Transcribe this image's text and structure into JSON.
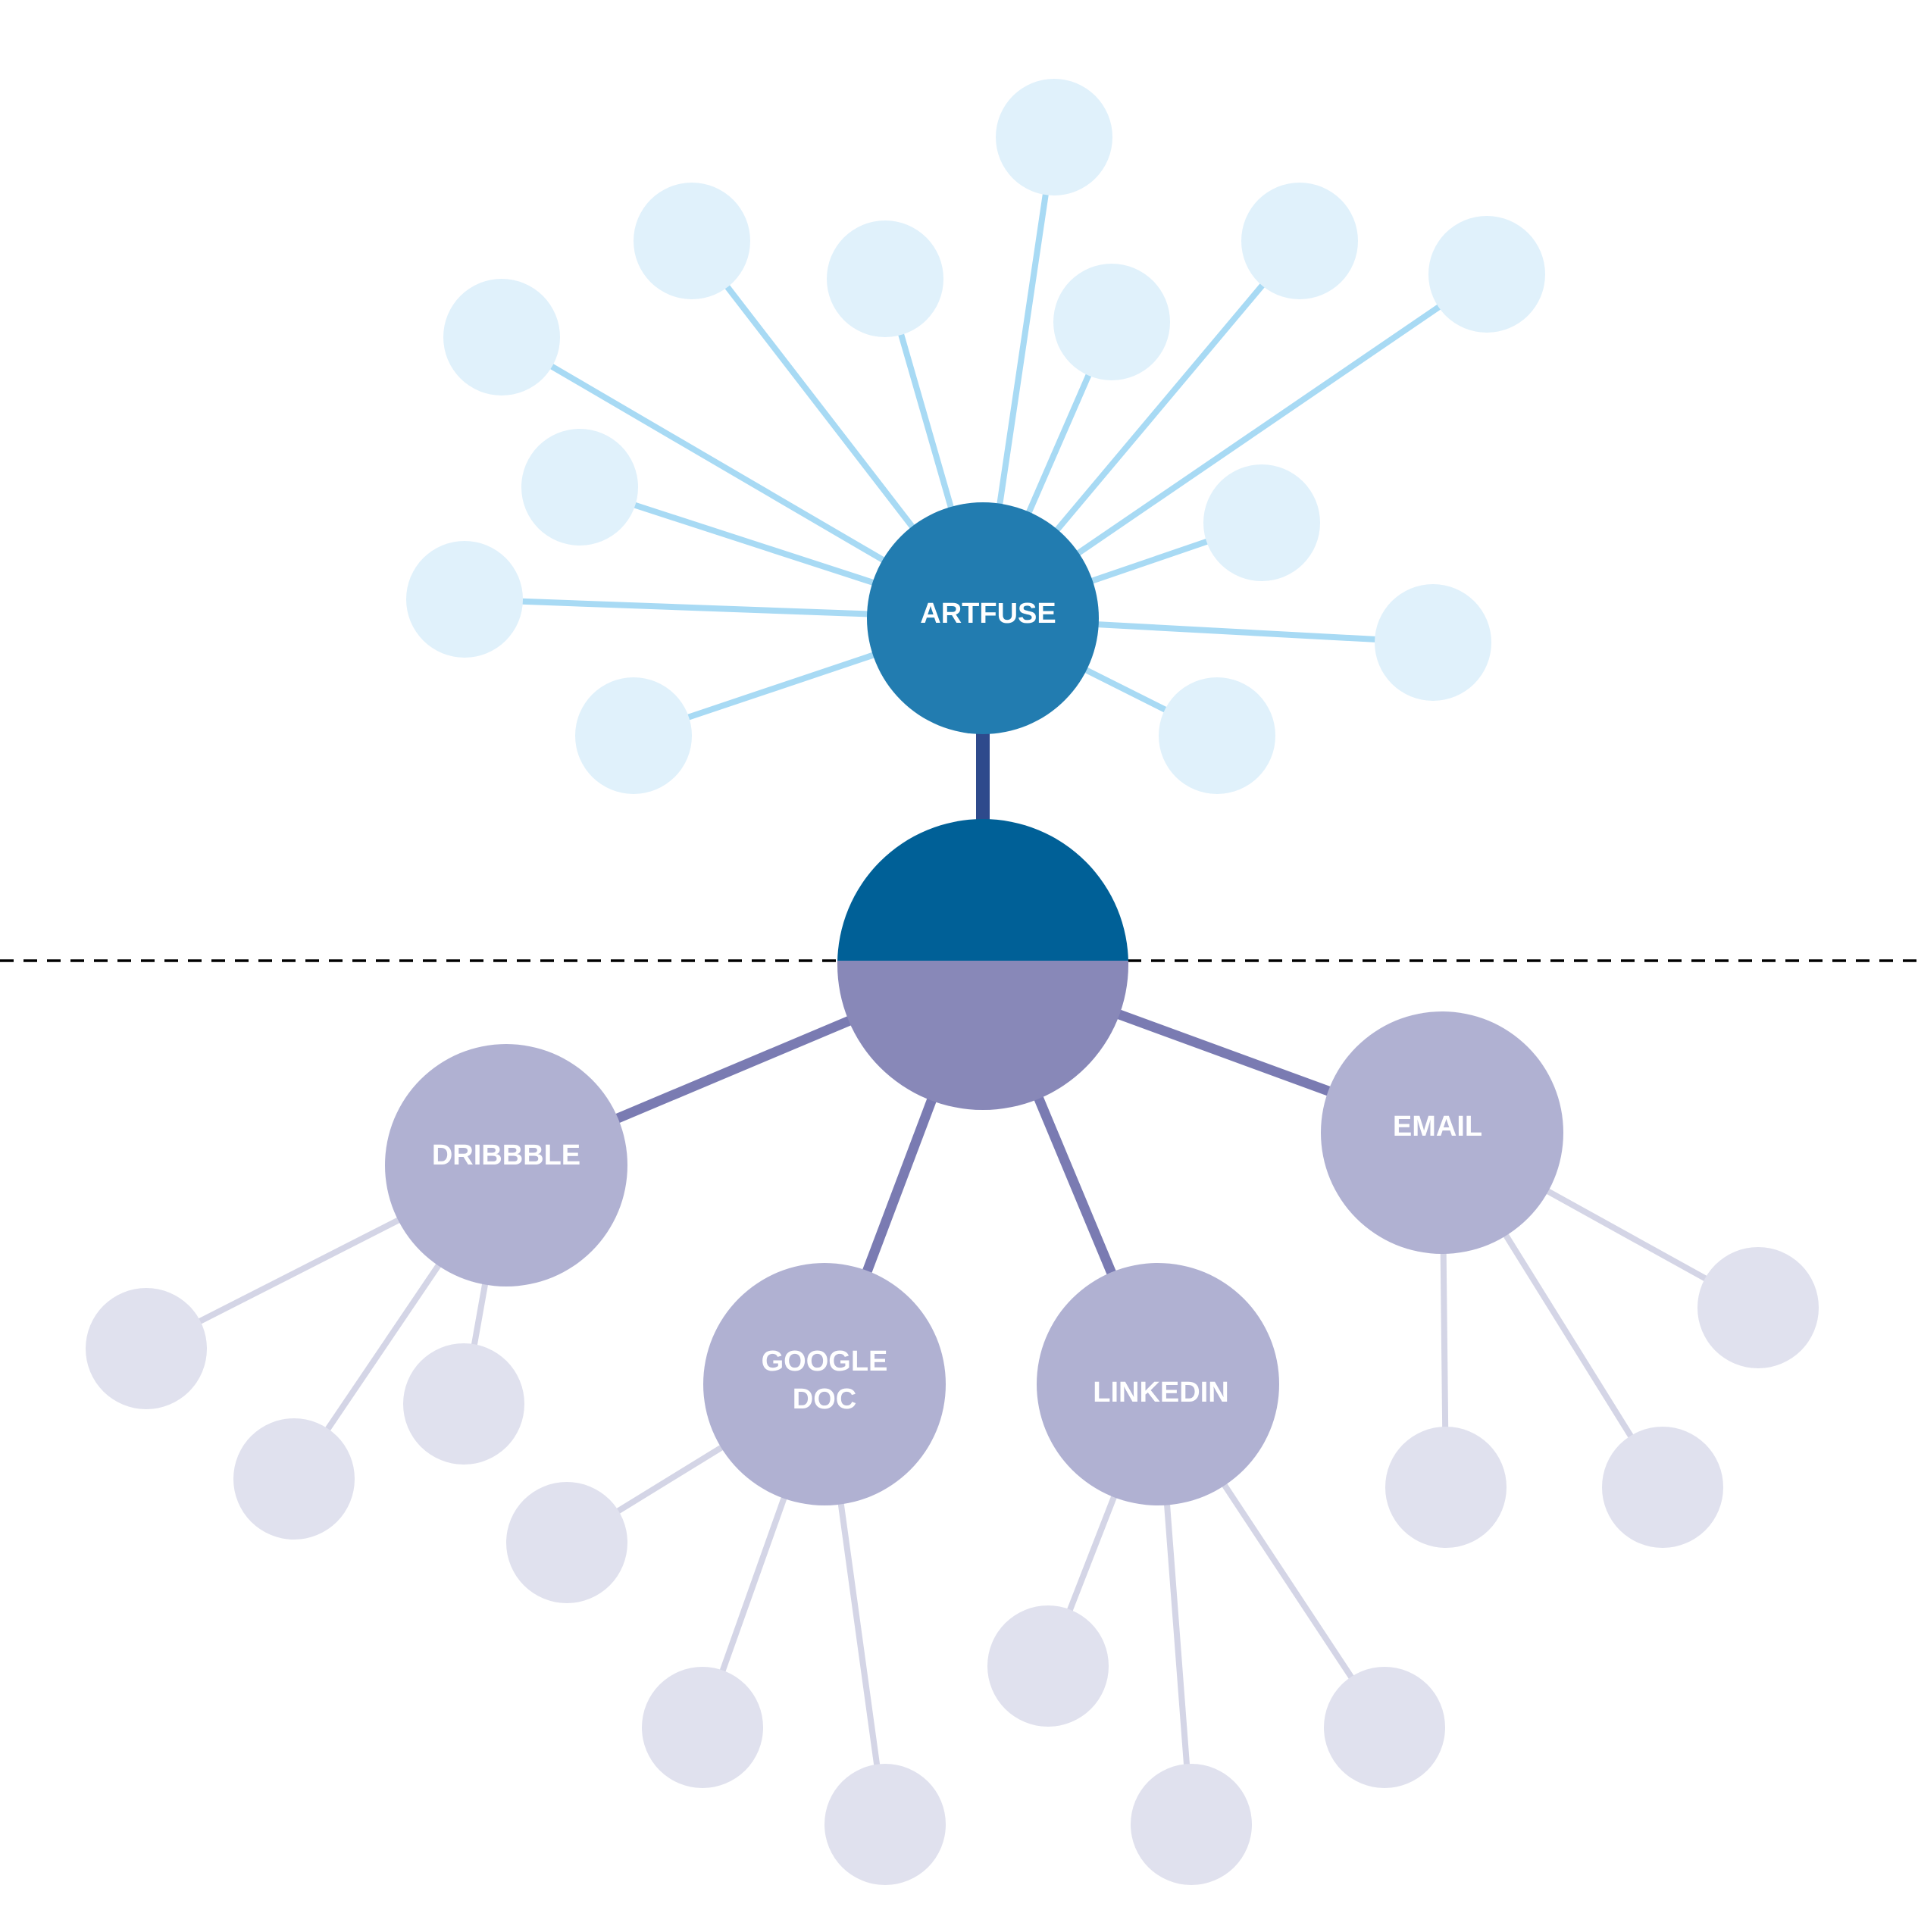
{
  "colors": {
    "artfuse_hub": "#227cb0",
    "top_leaf": "#e0f1fb",
    "top_edge": "#a8daf4",
    "center_top": "#006097",
    "center_bottom": "#8888b8",
    "stem_edge": "#2e4a8c",
    "channel_node": "#b0b1d2",
    "channel_edge": "#7a7bb2",
    "bottom_leaf": "#e0e1ee",
    "bottom_edge": "#d4d5e6",
    "divider": "#000000",
    "background": "#ffffff"
  },
  "hub": {
    "label": "ARTFUSE"
  },
  "channels": [
    {
      "id": "dribbble",
      "label_lines": [
        "DRIBBBLE"
      ]
    },
    {
      "id": "google-doc",
      "label_lines": [
        "GOOGLE",
        "DOC"
      ]
    },
    {
      "id": "linkedin",
      "label_lines": [
        "LINKEDIN"
      ]
    },
    {
      "id": "email",
      "label_lines": [
        "EMAIL"
      ]
    }
  ]
}
